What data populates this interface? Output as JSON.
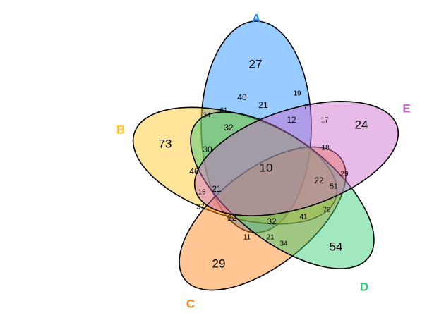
{
  "diagram": {
    "type": "venn",
    "sets": [
      {
        "id": "A",
        "label": "A",
        "color": "#1a8cff"
      },
      {
        "id": "B",
        "label": "B",
        "color": "#ffc31f"
      },
      {
        "id": "C",
        "label": "C",
        "color": "#ff7f0e"
      },
      {
        "id": "D",
        "label": "D",
        "color": "#2ecc71"
      },
      {
        "id": "E",
        "label": "E",
        "color": "#cc66cc"
      }
    ],
    "counts": {
      "only_A": "27",
      "only_B": "73",
      "only_C": "29",
      "only_D": "54",
      "only_E": "24",
      "all": "10",
      "r40": "40",
      "r19": "19",
      "r34": "34",
      "r61": "61",
      "r21_top": "21",
      "r7": "7",
      "r17": "17",
      "r32_left": "32",
      "r12": "12",
      "r18": "18",
      "r30": "30",
      "r46": "46",
      "r22_right": "22",
      "r29": "29",
      "r16": "16",
      "r21_left": "21",
      "r51": "51",
      "r37": "37",
      "r72": "72",
      "r22_bottom": "22",
      "r32_bottom": "32",
      "r41": "41",
      "r11": "11",
      "r21_bottom": "21",
      "r34_bottom": "34"
    }
  }
}
